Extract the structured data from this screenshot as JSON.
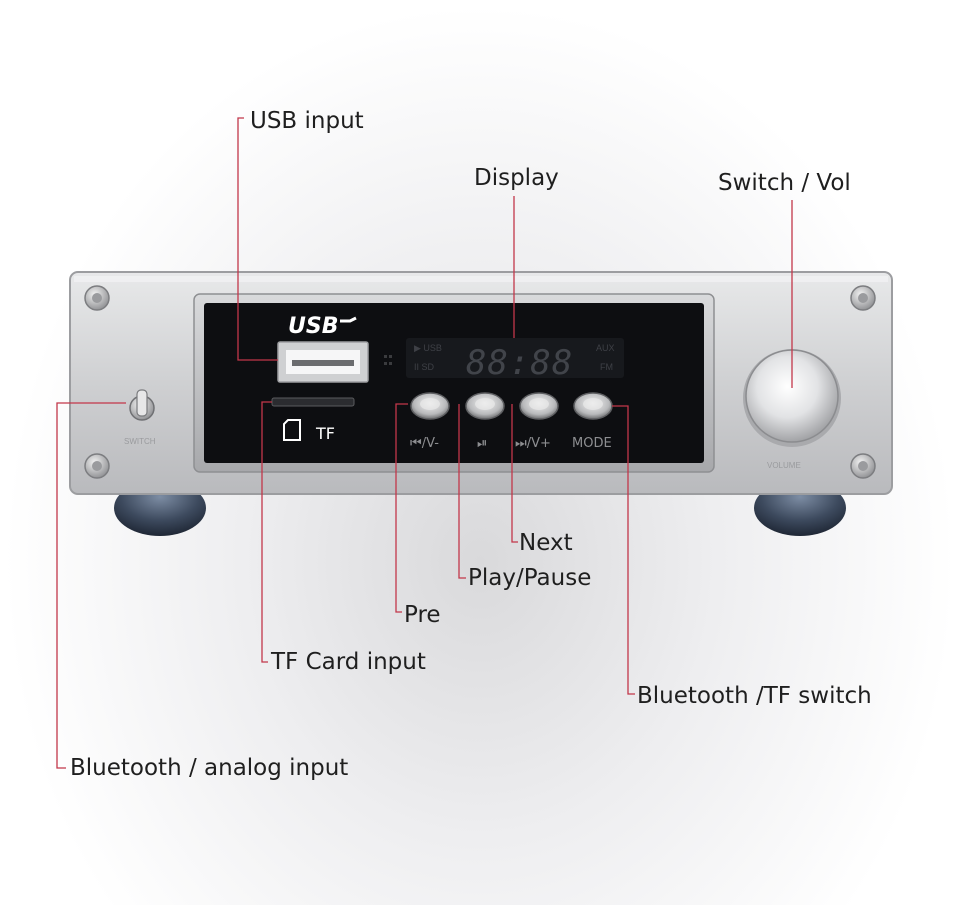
{
  "device": {
    "usb_logo_text": "USB",
    "tf_label": "TF",
    "switch_engraving": "SWITCH",
    "volume_engraving": "VOLUME",
    "display_digits": "88:88",
    "display_left_top": "▶  USB",
    "display_left_bottom": "II   SD",
    "display_right_top": "AUX",
    "display_right_bottom": "FM",
    "button_labels": [
      "⏮/V-",
      "⏯",
      "⏭/V+",
      "MODE"
    ]
  },
  "callouts": {
    "usb_input": "USB input",
    "display": "Display",
    "switch_vol": "Switch / Vol",
    "next": "Next",
    "play_pause": "Play/Pause",
    "pre": "Pre",
    "tf_card_input": "TF Card input",
    "bt_tf_switch": "Bluetooth /TF switch",
    "bt_analog_input": "Bluetooth / analog input"
  },
  "colors": {
    "callout_line": "#c2374a",
    "chassis": "#c9cacc",
    "faceplate": "#0d0e11"
  }
}
